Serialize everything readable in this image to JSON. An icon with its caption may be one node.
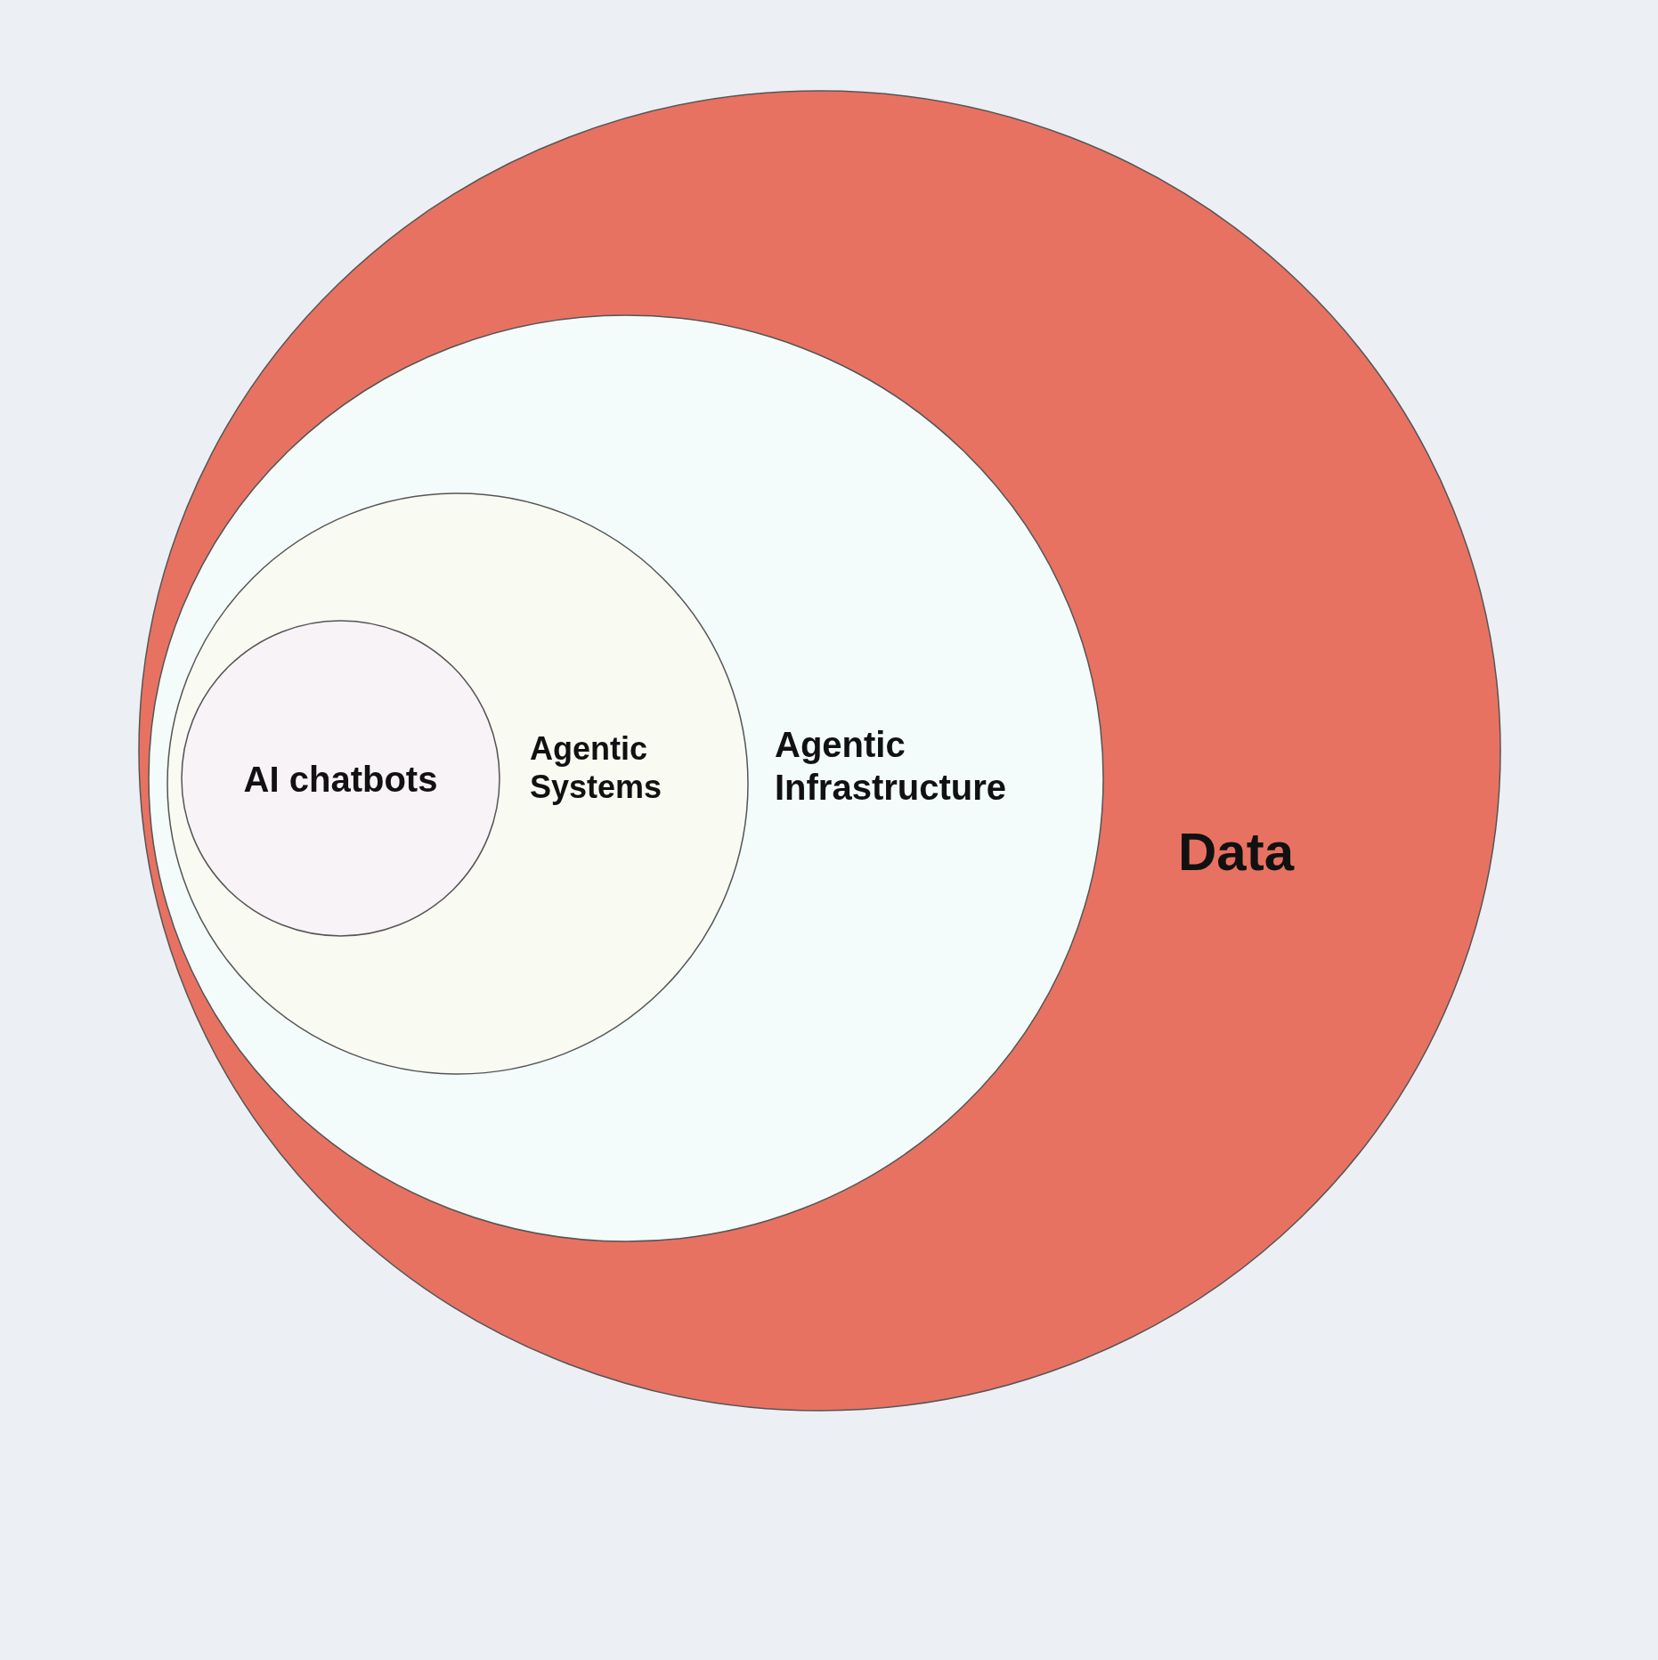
{
  "diagram": {
    "nodes": [
      {
        "text": [
          "Data"
        ]
      },
      {
        "text": [
          "Agentic Infrastructure"
        ],
        "in": 0
      },
      {
        "text": [
          "Agentic Systems"
        ],
        "in": 1
      },
      {
        "text": [
          "AI chatbots"
        ],
        "in": 2
      }
    ]
  }
}
